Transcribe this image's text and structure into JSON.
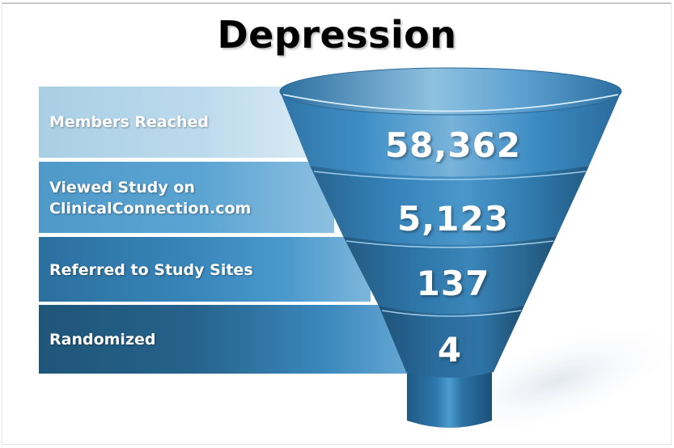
{
  "title": "Depression",
  "stages": [
    {
      "label": "Members Reached",
      "value": "58,362"
    },
    {
      "label": "Viewed Study on ClinicalConnection.com",
      "label_lines": [
        "Viewed Study on",
        "ClinicalConnection.com"
      ],
      "value": "5,123"
    },
    {
      "label": "Referred to Study Sites",
      "value": "137"
    },
    {
      "label": "Randomized",
      "value": "4"
    }
  ],
  "colors": {
    "stage1": "#b5d6ea",
    "stage2": "#5aa3d1",
    "stage3": "#3581b5",
    "stage4": "#245d84",
    "funnel": "#3a87bd",
    "text": "#ffffff"
  },
  "chart_data": {
    "type": "funnel",
    "title": "Depression",
    "categories": [
      "Members Reached",
      "Viewed Study on ClinicalConnection.com",
      "Referred to Study Sites",
      "Randomized"
    ],
    "values": [
      58362,
      5123,
      137,
      4
    ],
    "xlabel": "",
    "ylabel": "",
    "legend": "none"
  }
}
